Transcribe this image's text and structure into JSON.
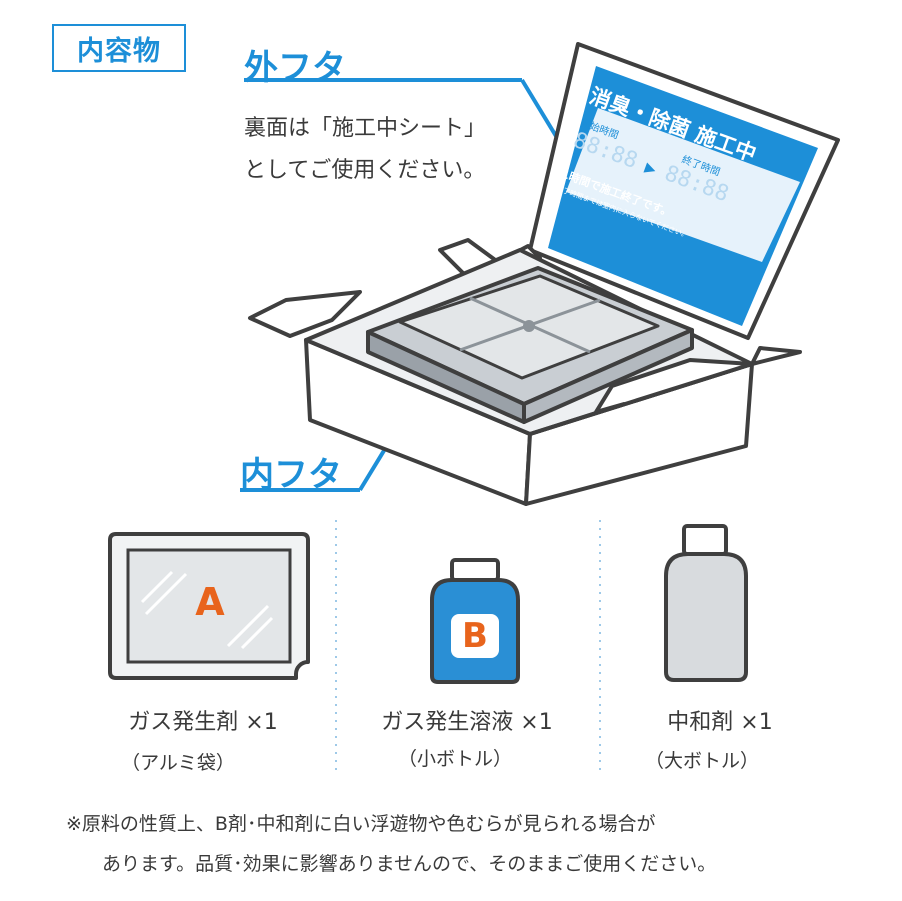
{
  "header_tag": "内容物",
  "outer_lid": {
    "label": "外フタ",
    "desc_line1": "裏面は「施工中シート」",
    "desc_line2": "としてご使用ください。"
  },
  "inner_lid": {
    "label": "内フタ"
  },
  "lid_sheet": {
    "title": "消臭・除菌 施工中",
    "start_label": "開始時間",
    "end_label": "終了時間",
    "time_digits": "88:88",
    "line1": "1時間で施工終了です。",
    "line2": "終了時間までは室内に入らないでください。"
  },
  "items": [
    {
      "letter": "A",
      "name": "ガス発生剤 ×1",
      "sub": "（アルミ袋）"
    },
    {
      "letter": "B",
      "name": "ガス発生溶液 ×1",
      "sub": "（小ボトル）"
    },
    {
      "letter": "",
      "name": "中和剤 ×1",
      "sub": "（大ボトル）"
    }
  ],
  "footnote": {
    "line1": "※原料の性質上、B剤･中和剤に白い浮遊物や色むらが見られる場合が",
    "line2": "あります。品質･効果に影響ありませんので、そのままご使用ください。"
  },
  "colors": {
    "brand_blue": "#1d8fd8",
    "orange": "#e8641c",
    "line_gray": "#3f3f3f",
    "light_gray": "#e3e6e8"
  }
}
